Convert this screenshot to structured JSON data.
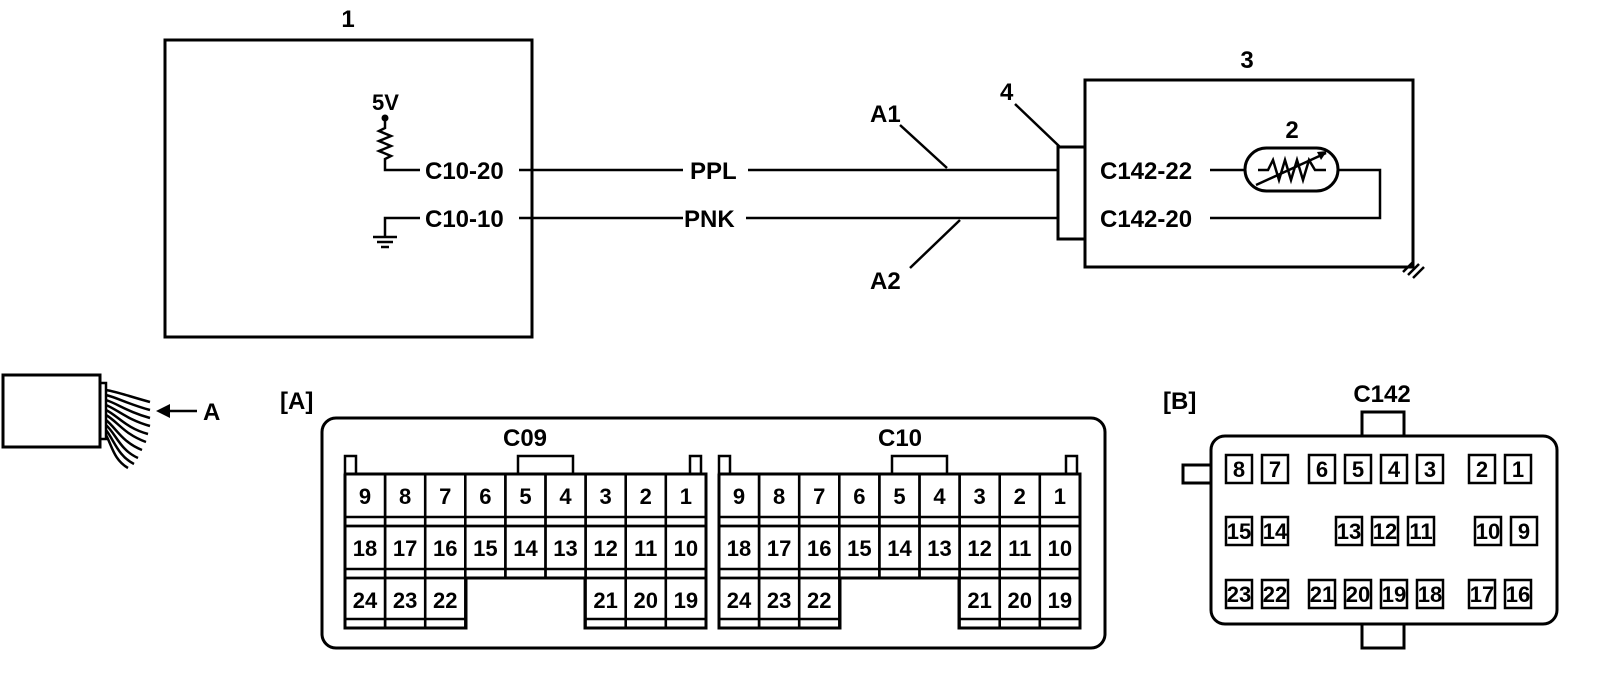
{
  "schematic": {
    "ecu_number": "1",
    "sensor_number": "2",
    "component_number": "3",
    "connector_number": "4",
    "supply_label": "5V",
    "ecu_pin_top": "C10-20",
    "ecu_pin_bottom": "C10-10",
    "wire_top_color": "PPL",
    "wire_bottom_color": "PNK",
    "wire_top_label": "A1",
    "wire_bottom_label": "A2",
    "sensor_pin_top": "C142-22",
    "sensor_pin_bottom": "C142-20"
  },
  "harness": {
    "arrow_label": "A"
  },
  "connector_a": {
    "label": "[A]",
    "left_name": "C09",
    "right_name": "C10",
    "row1": [
      "9",
      "8",
      "7",
      "6",
      "5",
      "4",
      "3",
      "2",
      "1"
    ],
    "row2": [
      "18",
      "17",
      "16",
      "15",
      "14",
      "13",
      "12",
      "11",
      "10"
    ],
    "row3_left": [
      "24",
      "23",
      "22"
    ],
    "row3_right": [
      "21",
      "20",
      "19"
    ]
  },
  "connector_b": {
    "label": "[B]",
    "name": "C142",
    "row1": [
      "8",
      "7",
      "6",
      "5",
      "4",
      "3",
      "2",
      "1"
    ],
    "row2": [
      "15",
      "14",
      "13",
      "12",
      "11",
      "10",
      "9"
    ],
    "row3": [
      "23",
      "22",
      "21",
      "20",
      "19",
      "18",
      "17",
      "16"
    ]
  }
}
